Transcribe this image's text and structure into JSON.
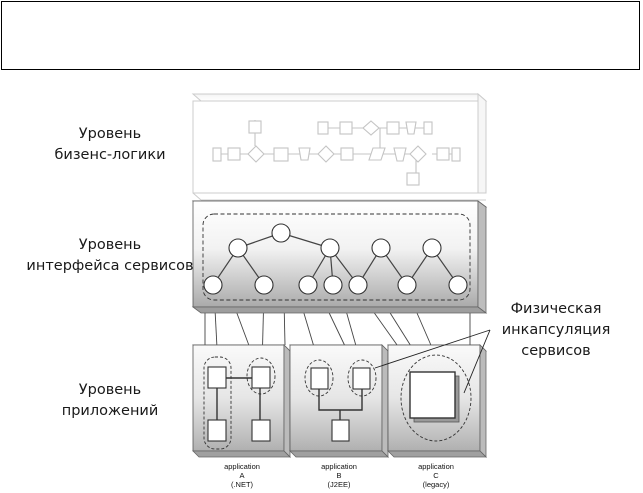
{
  "header": {
    "title": ""
  },
  "layers": {
    "business": {
      "line1": "Уровень",
      "line2": "бизенс-логики"
    },
    "services": {
      "line1": "Уровень",
      "line2": "интерфейса сервисов"
    },
    "applications": {
      "line1": "Уровень",
      "line2": "приложений"
    }
  },
  "callout": {
    "line1": "Физическая",
    "line2": "инкапсуляция",
    "line3": "сервисов"
  },
  "apps": [
    {
      "l1": "application",
      "l2": "A",
      "l3": "(.NET)"
    },
    {
      "l1": "application",
      "l2": "B",
      "l3": "(J2EE)"
    },
    {
      "l1": "application",
      "l2": "C",
      "l3": "(legacy)"
    }
  ]
}
